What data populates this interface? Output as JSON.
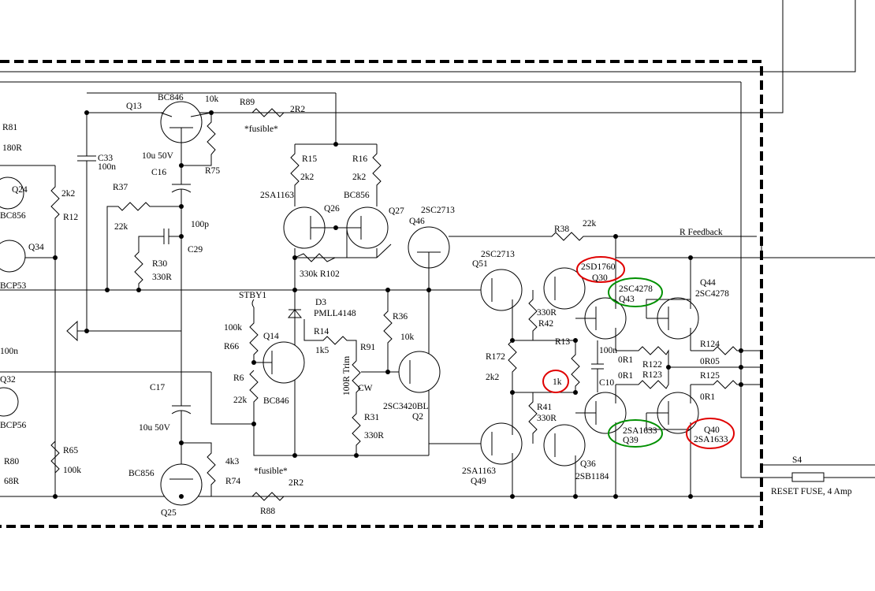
{
  "labels": {
    "R81": "R81",
    "r81v": "180R",
    "Q24": "Q24",
    "bc856_l": "BC856",
    "Q34": "Q34",
    "bcp53": "BCP53",
    "r12v": "2k2",
    "R12": "R12",
    "c100n_l": "100n",
    "Q32": "Q32",
    "bcp56": "BCP56",
    "R80": "R80",
    "r80v": "68R",
    "R65": "R65",
    "r65v": "100k",
    "Q13": "Q13",
    "bc846_q13": "BC846",
    "r10k_q13": "10k",
    "R89": "R89",
    "r89v": "2R2",
    "fusible1": "*fusible*",
    "C33": "C33",
    "c33v": "100n",
    "c16v": "10u 50V",
    "C16": "C16",
    "R75": "R75",
    "R37": "R37",
    "r37v": "22k",
    "c29v": "100p",
    "C29": "C29",
    "R30": "R30",
    "r30v": "330R",
    "C17": "C17",
    "c17v": "10u 50V",
    "bc856_q25": "BC856",
    "Q25": "Q25",
    "r74v": "4k3",
    "R74": "R74",
    "fusible2": "*fusible*",
    "r88v": "2R2",
    "R88": "R88",
    "R15": "R15",
    "r15v": "2k2",
    "R16": "R16",
    "r16v": "2k2",
    "q26t": "2SA1163",
    "Q26": "Q26",
    "bc856_q27": "BC856",
    "Q27": "Q27",
    "r102": "330k  R102",
    "STBY1": "STBY1",
    "D3": "D3",
    "d3v": "PMLL4148",
    "r66v": "100k",
    "R66": "R66",
    "R14": "R14",
    "r14v": "1k5",
    "R6": "R6",
    "r6v": "22k",
    "Q14": "Q14",
    "bc846_q14": "BC846",
    "R91": "R91",
    "trim": "100R Trim",
    "cw": "CW",
    "R31": "R31",
    "r31v": "330R",
    "R36": "R36",
    "r36v": "10k",
    "q2t": "2SC3420BL",
    "Q2": "Q2",
    "q46t": "2SC2713",
    "Q46": "Q46",
    "R38": "R38",
    "r38v": "22k",
    "rfb": "R Feedback",
    "q51t": "2SC2713",
    "Q51": "Q51",
    "R172": "R172",
    "r172v": "2k2",
    "r42v": "330R",
    "R42": "R42",
    "R41": "R41",
    "r41v": "330R",
    "q49t": "2SA1163",
    "Q49": "Q49",
    "q30t": "2SD1760",
    "Q30": "Q30",
    "q43t": "2SC4278",
    "Q43": "Q43",
    "Q44": "Q44",
    "q44t": "2SC4278",
    "R13": "R13",
    "r13v": "1k",
    "c10v": "100n",
    "C10": "C10",
    "r122v": "0R1",
    "R122": "R122",
    "r123v": "0R1",
    "R123": "R123",
    "R124": "R124",
    "r05": "0R05",
    "R125": "R125",
    "r125v": "0R1",
    "q39t": "2SA1633",
    "Q39": "Q39",
    "Q40": "Q40",
    "q40t": "2SA1633",
    "Q36": "Q36",
    "q36t": "2SB1184",
    "S4": "S4",
    "fuse": "RESET FUSE, 4 Amp"
  },
  "colors": {
    "wire": "#000000",
    "highlight_red": "#e00000",
    "highlight_green": "#009000"
  }
}
